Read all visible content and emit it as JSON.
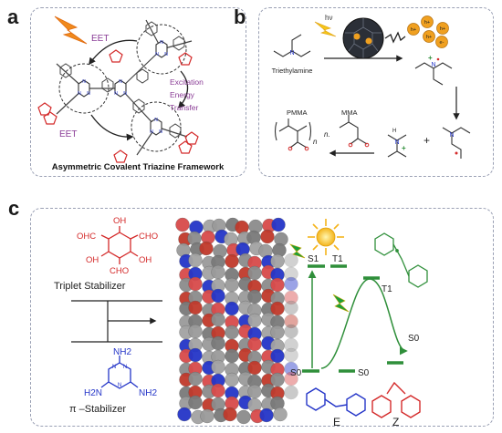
{
  "panels": {
    "a": {
      "label": "a",
      "eet_top": "EET",
      "eet_bottom": "EET",
      "excitation_lines": [
        "Excitation",
        "Energy",
        "Transfer"
      ],
      "caption": "Asymmetric Covalent Triazine Framework"
    },
    "b": {
      "label": "b",
      "hv": "hν",
      "amine": "Triethylamine",
      "pmma": "PMMA",
      "mma": "MMA",
      "n_prefix": "n.",
      "n_sub": "n",
      "h_plus": "H",
      "plus_sign": "+",
      "electron_labels": [
        "h+",
        "h+",
        "h+",
        "h+",
        "e-"
      ]
    },
    "c": {
      "label": "c",
      "stabilizer_top_groups": [
        "OH",
        "OHC",
        "CHO",
        "OH",
        "OH",
        "CHO"
      ],
      "triplet_stabilizer": "Triplet Stabilizer",
      "amine_groups": [
        "NH2",
        "H2N",
        "NH2"
      ],
      "pi_stabilizer": "π –Stabilizer",
      "states": {
        "s1": "S1",
        "t1_top": "T1",
        "t1_right": "T1",
        "s0_left": "S0",
        "s0_mid": "S0",
        "s0_right": "S0"
      },
      "isomer_e": "E",
      "isomer_z": "Z"
    }
  },
  "colors": {
    "red": "#d42a2a",
    "blue": "#2435c8",
    "green": "#2f8f3a",
    "purple": "#8a3c96",
    "orange": "#f0a020"
  }
}
